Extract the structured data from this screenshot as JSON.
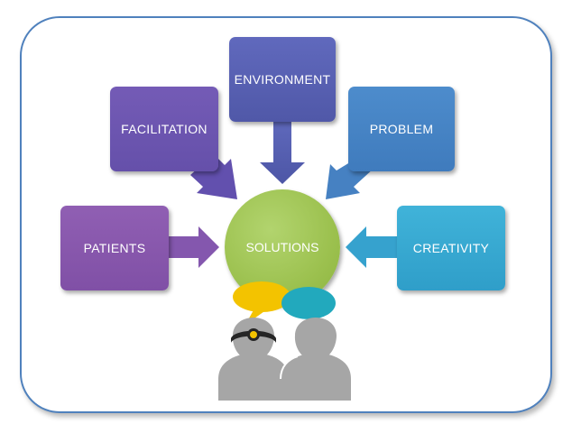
{
  "diagram": {
    "center": {
      "label": "SOLUTIONS",
      "color": "#9cc14f"
    },
    "inputs": [
      {
        "id": "patients",
        "label": "PATIENTS",
        "color": "#8c5bb0"
      },
      {
        "id": "facilitation",
        "label": "FACILITATION",
        "color": "#6f57b0"
      },
      {
        "id": "environment",
        "label": "ENVIRONMENT",
        "color": "#5b62b7"
      },
      {
        "id": "problem",
        "label": "PROBLEM",
        "color": "#4a88c8"
      },
      {
        "id": "creativity",
        "label": "CREATIVITY",
        "color": "#3aa9d3"
      }
    ],
    "speech_bubbles": [
      {
        "name": "yellow",
        "color": "#f3c300"
      },
      {
        "name": "teal",
        "color": "#22a9bd"
      }
    ],
    "people_color": "#a6a6a6",
    "headlamp_color": "#f3c300"
  }
}
